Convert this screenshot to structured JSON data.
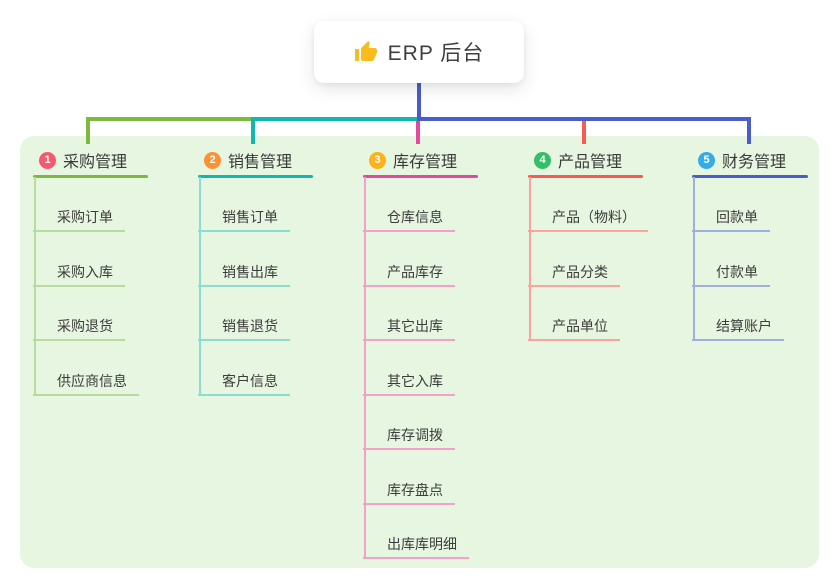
{
  "root": {
    "title": "ERP 后台",
    "icon": "thumbs-up-icon",
    "icon_color": "#f9bb1d",
    "connector_color": "#4a5ccb"
  },
  "panel": {
    "background": "#e7f6e0"
  },
  "branches": [
    {
      "num": "1",
      "label": "采购管理",
      "color": "#7cb93e",
      "light_color": "#b7db9e",
      "badge_color": "#f8586e",
      "items": [
        "采购订单",
        "采购入库",
        "采购退货",
        "供应商信息"
      ]
    },
    {
      "num": "2",
      "label": "销售管理",
      "color": "#10b9ab",
      "light_color": "#8bdcd2",
      "badge_color": "#fe9136",
      "items": [
        "销售订单",
        "销售出库",
        "销售退货",
        "客户信息"
      ]
    },
    {
      "num": "3",
      "label": "库存管理",
      "color": "#e14a9f",
      "light_color": "#f3a0cb",
      "badge_color": "#fcb11d",
      "items": [
        "仓库信息",
        "产品库存",
        "其它出库",
        "其它入库",
        "库存调拨",
        "库存盘点",
        "出库库明细"
      ]
    },
    {
      "num": "4",
      "label": "产品管理",
      "color": "#f75b51",
      "light_color": "#fba49e",
      "badge_color": "#33bf68",
      "items": [
        "产品（物料）",
        "产品分类",
        "产品单位"
      ]
    },
    {
      "num": "5",
      "label": "财务管理",
      "color": "#4a5ecb",
      "light_color": "#a0aede",
      "badge_color": "#31aee9",
      "items": [
        "回款单",
        "付款单",
        "结算账户"
      ]
    }
  ]
}
